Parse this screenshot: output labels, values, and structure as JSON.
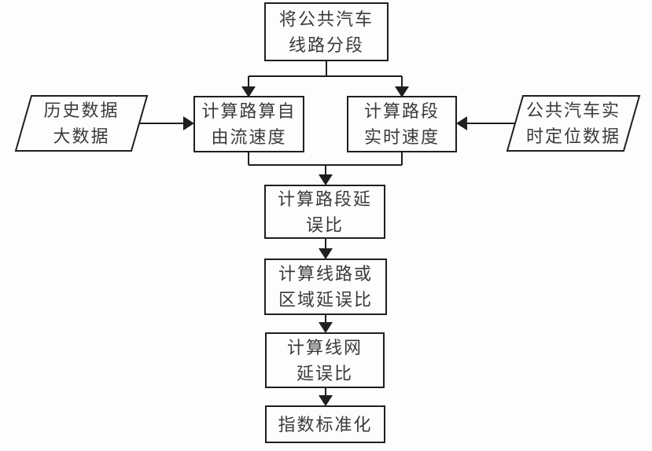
{
  "canvas": {
    "background": "#fdfdfd",
    "line_color": "#1f1f1f",
    "text_color": "#3a3a3a"
  },
  "nodes": {
    "segment_route": {
      "shape": "rect",
      "lines": [
        "将公共汽车",
        "线路分段"
      ]
    },
    "history_data": {
      "shape": "parallelogram",
      "lines": [
        "历史数据",
        "大数据"
      ]
    },
    "freeflow_speed": {
      "shape": "rect",
      "lines": [
        "计算路算自",
        "由流速度"
      ]
    },
    "realtime_speed": {
      "shape": "rect",
      "lines": [
        "计算路段",
        "实时速度"
      ]
    },
    "gps_data": {
      "shape": "parallelogram",
      "lines": [
        "公共汽车实",
        "时定位数据"
      ]
    },
    "segment_delay": {
      "shape": "rect",
      "lines": [
        "计算路段延",
        "误比"
      ]
    },
    "route_area_delay": {
      "shape": "rect",
      "lines": [
        "计算线路或",
        "区域延误比"
      ]
    },
    "network_delay": {
      "shape": "rect",
      "lines": [
        "计算线网",
        "延误比"
      ]
    },
    "standardize": {
      "shape": "rect",
      "lines": [
        "指数标准化"
      ]
    }
  }
}
